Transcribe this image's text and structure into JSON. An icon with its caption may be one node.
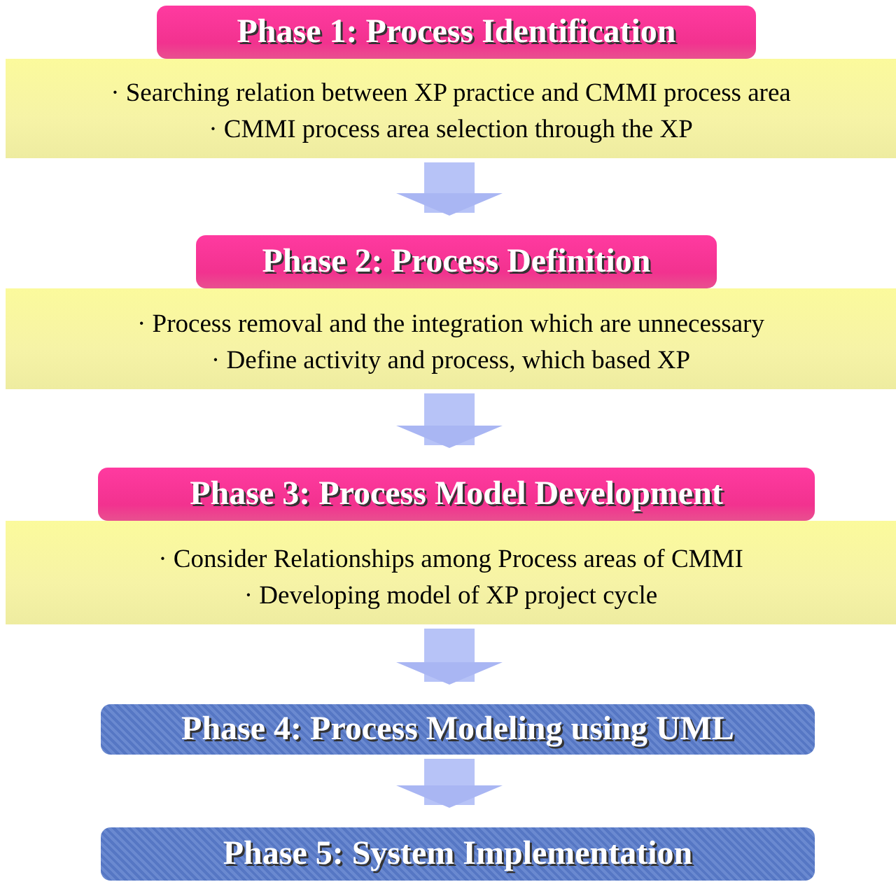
{
  "diagram": {
    "nodes": [
      {
        "text": [
          "Phase 1: Process Identification"
        ]
      },
      {
        "text": [
          "· Searching relation between XP practice and CMMI process area",
          "· CMMI process area selection through the XP"
        ]
      },
      {
        "text": [
          "Phase 2: Process Definition"
        ]
      },
      {
        "text": [
          "· Process removal and the integration which are unnecessary",
          "· Define activity and process, which based XP"
        ]
      },
      {
        "text": [
          "Phase 3: Process Model Development"
        ]
      },
      {
        "text": [
          "· Consider Relationships among Process areas of CMMI",
          "· Developing model of XP project cycle"
        ]
      },
      {
        "text": [
          "Phase 4: Process Modeling using UML"
        ]
      },
      {
        "text": [
          "Phase 5: System Implementation"
        ]
      }
    ],
    "edges": [
      {
        "from": 1,
        "to": 2,
        "arrow": "to"
      },
      {
        "from": 3,
        "to": 4,
        "arrow": "to"
      },
      {
        "from": 5,
        "to": 6,
        "arrow": "to"
      },
      {
        "from": 6,
        "to": 7,
        "arrow": "to"
      }
    ]
  }
}
